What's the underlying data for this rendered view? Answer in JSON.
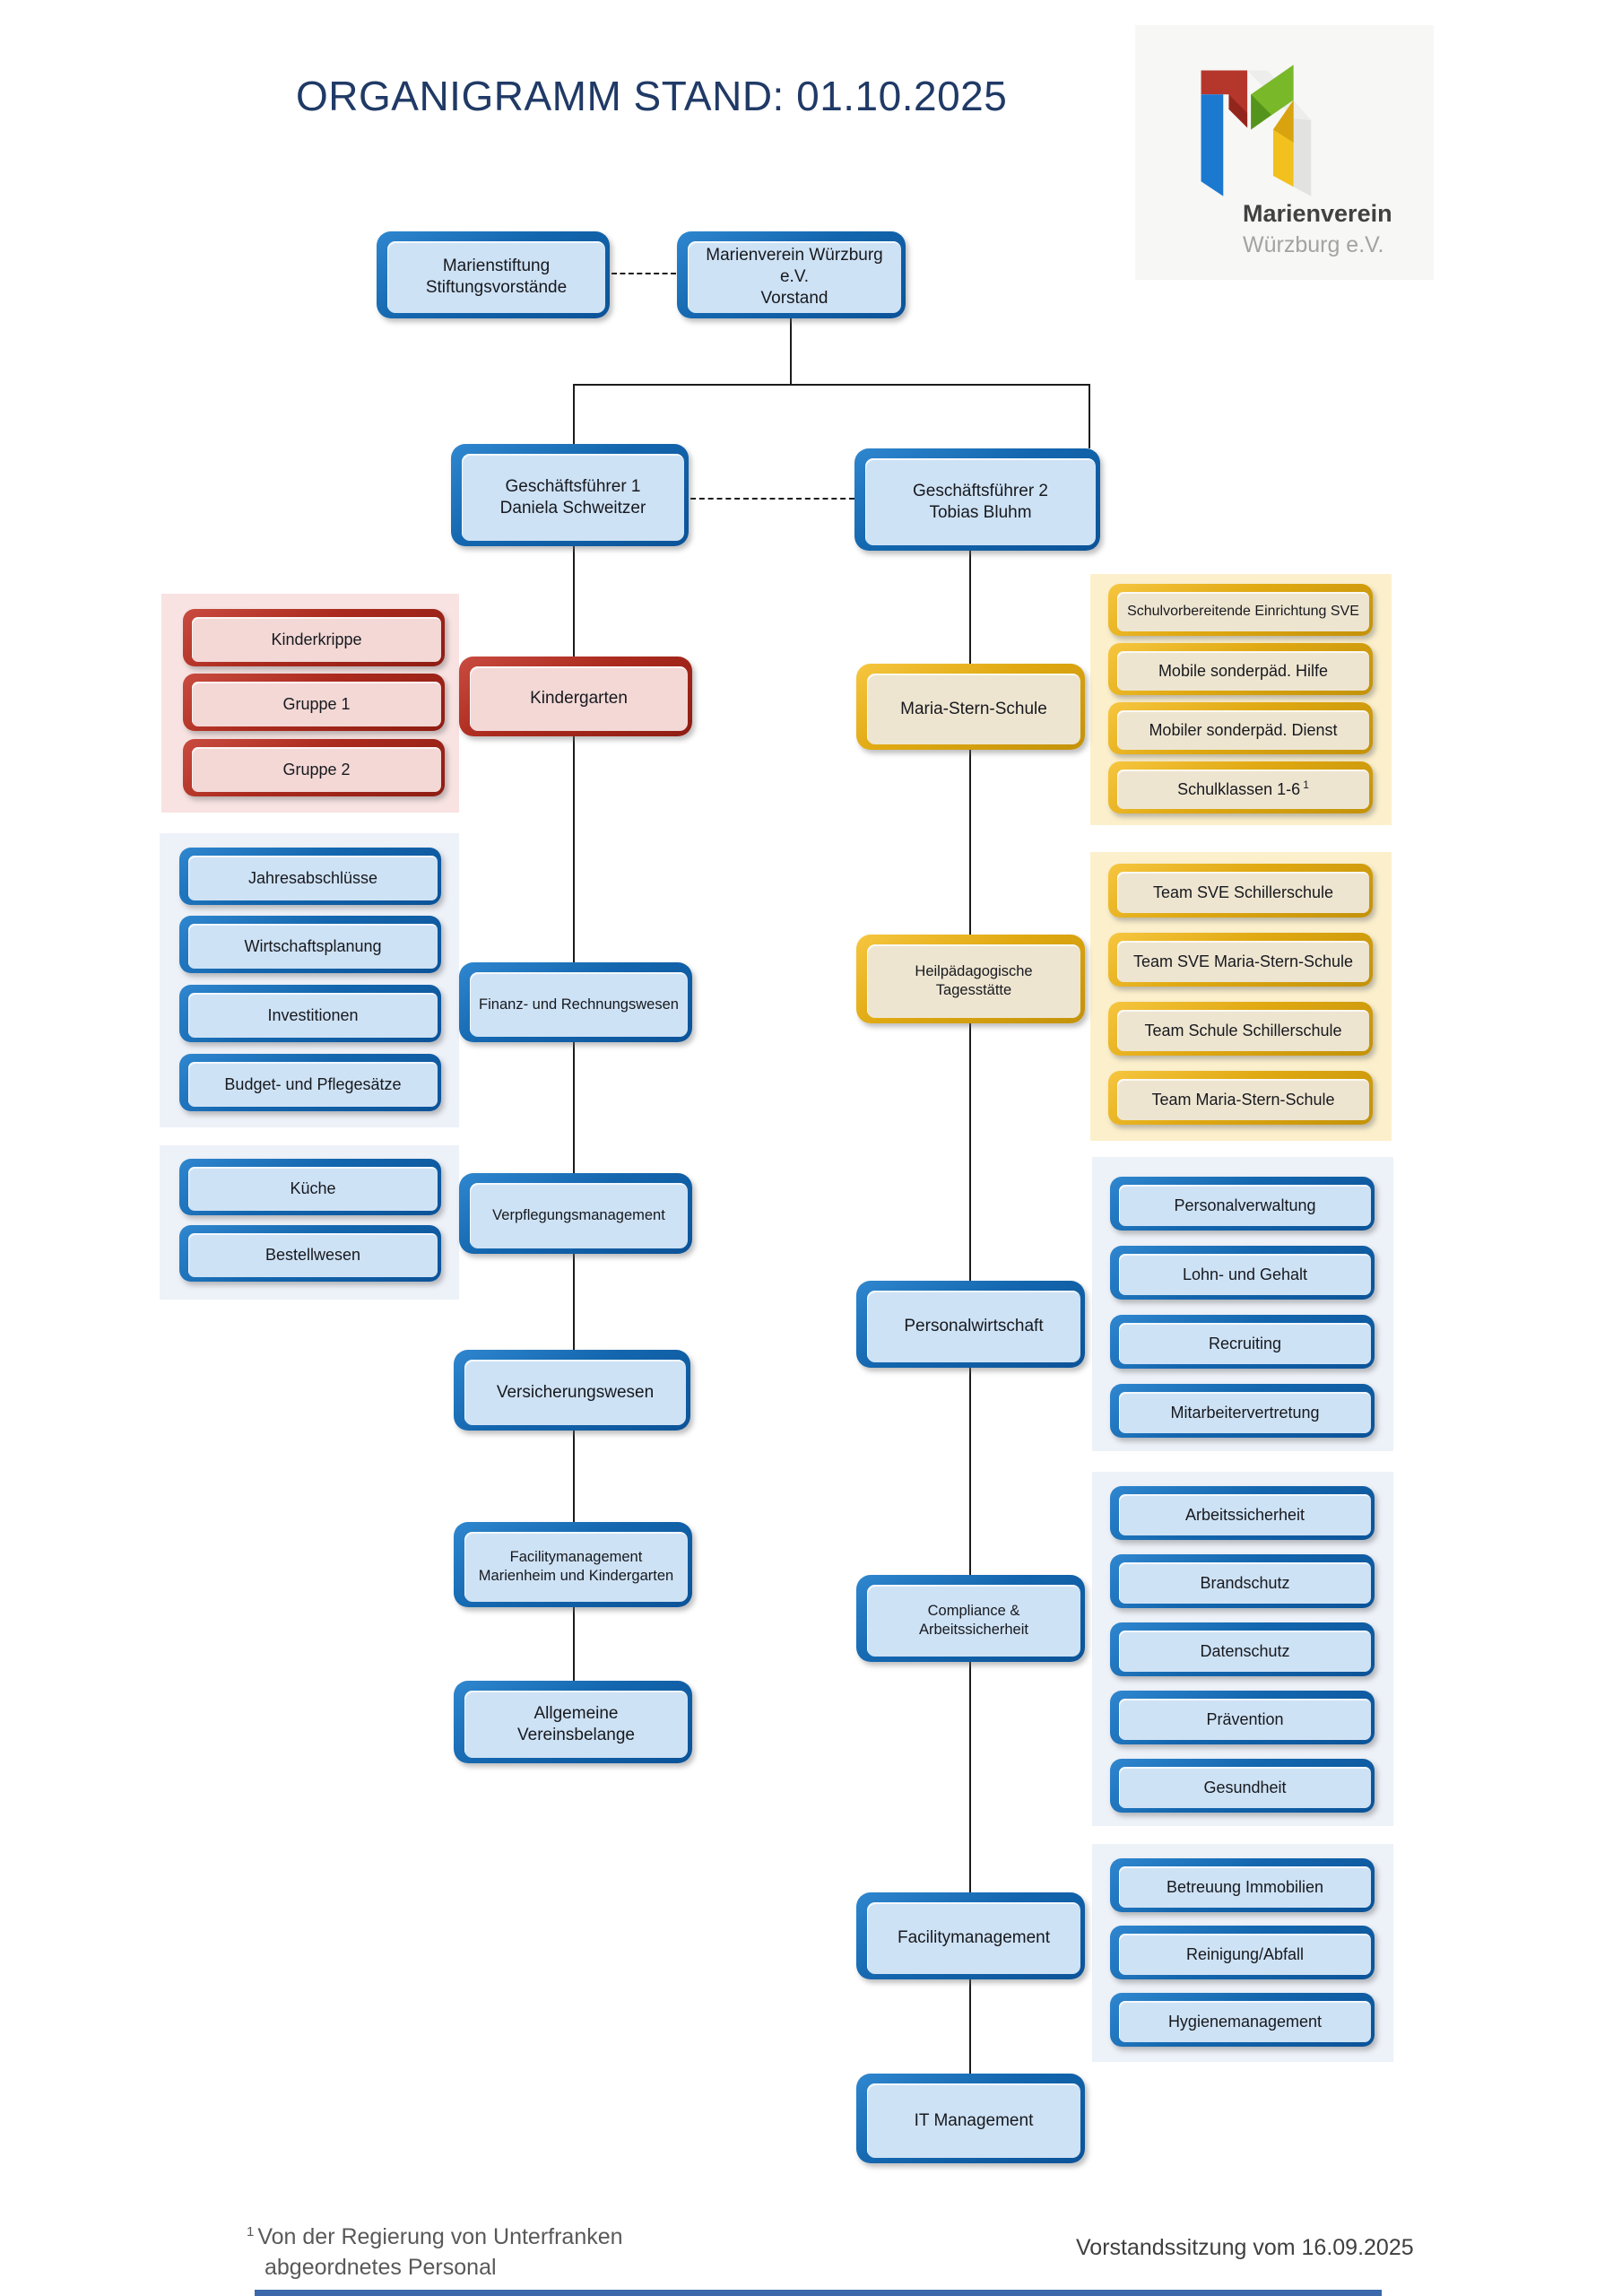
{
  "title": "ORGANIGRAMM STAND: 01.10.2025",
  "logo": {
    "brand": "Marienverein",
    "brand_sub": "Würzburg e.V."
  },
  "colors": {
    "title_text": "#203a66",
    "blue_frame": "#1366ae",
    "blue_fill": "#cee2f5",
    "panel_blue": "#edf1f8",
    "red_frame": "#ab2a1e",
    "red_fill": "#f3d8d6",
    "panel_pink": "#f8e3e2",
    "yellow_frame": "#e0a912",
    "yellow_fill": "#eee5d1",
    "panel_yellow": "#fcf0cc",
    "connector": "#1c1c1c",
    "logo_red": "#b5372c",
    "logo_blue": "#1b79d0",
    "logo_green": "#79b829",
    "logo_yellow": "#f2c11e"
  },
  "nodes": {
    "stiftung": {
      "line1": "Marienstiftung",
      "line2": "Stiftungsvorstände"
    },
    "vorstand": {
      "line1": "Marienverein Würzburg e.V.",
      "line2": "Vorstand"
    },
    "gf1": {
      "line1": "Geschäftsführer 1",
      "line2": "Daniela Schweitzer"
    },
    "gf2": {
      "line1": "Geschäftsführer 2",
      "line2": "Tobias Bluhm"
    },
    "kindergarten": "Kindergarten",
    "finanz": "Finanz- und Rechnungswesen",
    "verpflegung": "Verpflegungsmanagement",
    "versicherung": "Versicherungswesen",
    "facility_mh": {
      "line1": "Facilitymanagement",
      "line2": "Marienheim und Kindergarten"
    },
    "vereinsbelange": "Allgemeine Vereinsbelange",
    "maria_stern": "Maria-Stern-Schule",
    "tagesstaette": "Heilpädagogische Tagesstätte",
    "personalwirtschaft": "Personalwirtschaft",
    "compliance": "Compliance & Arbeitssicherheit",
    "facility": "Facilitymanagement",
    "it": "IT Management"
  },
  "panels": {
    "krippe": {
      "items": [
        "Kinderkrippe",
        "Gruppe 1",
        "Gruppe 2"
      ]
    },
    "finanz": {
      "items": [
        "Jahresabschlüsse",
        "Wirtschaftsplanung",
        "Investitionen",
        "Budget- und Pflegesätze"
      ]
    },
    "kueche": {
      "items": [
        "Küche",
        "Bestellwesen"
      ]
    },
    "schule": {
      "items": [
        "Schulvorbereitende Einrichtung SVE",
        "Mobile sonderpäd. Hilfe",
        "Mobiler sonderpäd. Dienst"
      ],
      "last_item": {
        "label": "Schulklassen 1-6",
        "sup": "1"
      }
    },
    "teams": {
      "items": [
        "Team SVE Schillerschule",
        "Team SVE Maria-Stern-Schule",
        "Team Schule Schillerschule",
        "Team Maria-Stern-Schule"
      ]
    },
    "personal": {
      "items": [
        "Personalverwaltung",
        "Lohn- und Gehalt",
        "Recruiting",
        "Mitarbeitervertretung"
      ]
    },
    "compliance": {
      "items": [
        "Arbeitssicherheit",
        "Brandschutz",
        "Datenschutz",
        "Prävention",
        "Gesundheit"
      ]
    },
    "facility": {
      "items": [
        "Betreuung Immobilien",
        "Reinigung/Abfall",
        "Hygienemanagement"
      ]
    }
  },
  "footer": {
    "footnote_sup": "1",
    "footnote_line1": "Von der Regierung von Unterfranken",
    "footnote_line2": "abgeordnetes Personal",
    "meeting_note": "Vorstandssitzung vom 16.09.2025"
  }
}
